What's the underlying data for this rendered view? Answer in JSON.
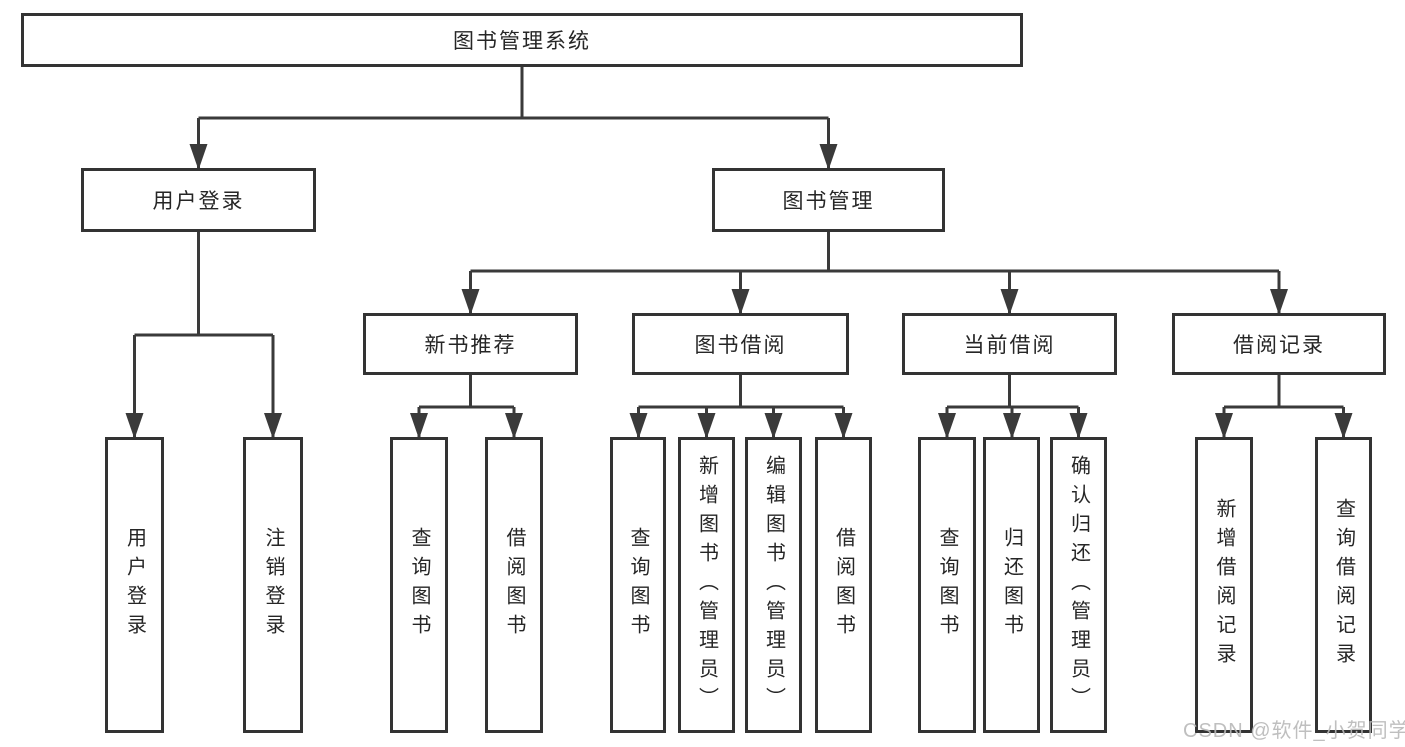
{
  "colors": {
    "background": "#ffffff",
    "line": "#3a3a3a",
    "box_border": "#333333",
    "text": "#262626",
    "watermark": "#b9b9b9"
  },
  "diagram": {
    "type": "hierarchy-tree",
    "root": {
      "label": "图书管理系统"
    },
    "branches": [
      {
        "label": "用户登录",
        "children": [
          {
            "label": "用户登录"
          },
          {
            "label": "注销登录"
          }
        ]
      },
      {
        "label": "图书管理",
        "children": [
          {
            "label": "新书推荐",
            "children": [
              {
                "label": "查询图书"
              },
              {
                "label": "借阅图书"
              }
            ]
          },
          {
            "label": "图书借阅",
            "children": [
              {
                "label": "查询图书"
              },
              {
                "label": "新增图书（管理员）"
              },
              {
                "label": "编辑图书（管理员）"
              },
              {
                "label": "借阅图书"
              }
            ]
          },
          {
            "label": "当前借阅",
            "children": [
              {
                "label": "查询图书"
              },
              {
                "label": "归还图书"
              },
              {
                "label": "确认归还（管理员）"
              }
            ]
          },
          {
            "label": "借阅记录",
            "children": [
              {
                "label": "新增借阅记录"
              },
              {
                "label": "查询借阅记录"
              }
            ]
          }
        ]
      }
    ]
  },
  "watermark": {
    "text": "CSDN @软件_小贺同学"
  }
}
